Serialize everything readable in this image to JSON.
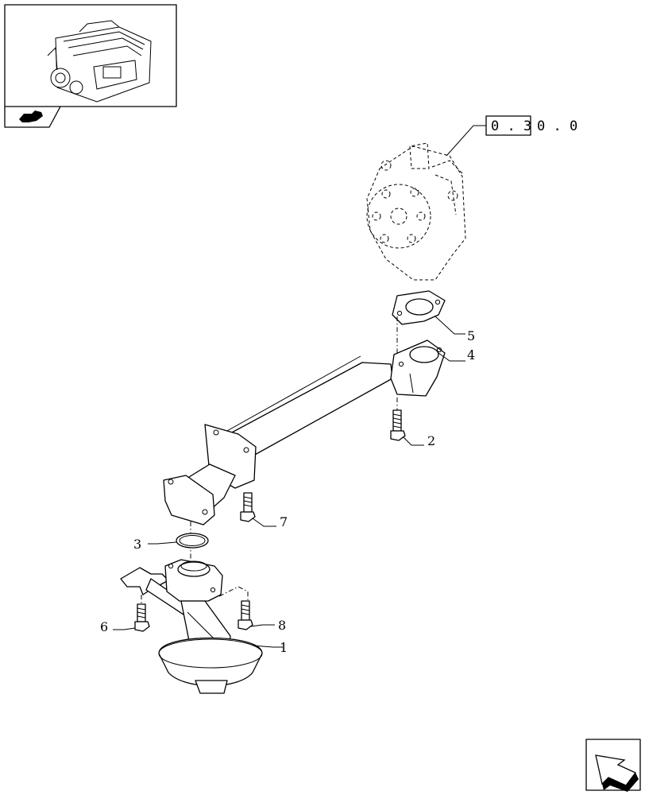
{
  "reference": {
    "boxed": "0 . 3",
    "rest": "0 . 0"
  },
  "callouts": {
    "c1": "1",
    "c2": "2",
    "c3": "3",
    "c4": "4",
    "c5": "5",
    "c6": "6",
    "c7": "7",
    "c8": "8"
  },
  "icons": {
    "thumbnail": "engine-thumbnail-icon",
    "nav_tab": "hand-pointer-icon",
    "next": "next-arrow-icon"
  }
}
